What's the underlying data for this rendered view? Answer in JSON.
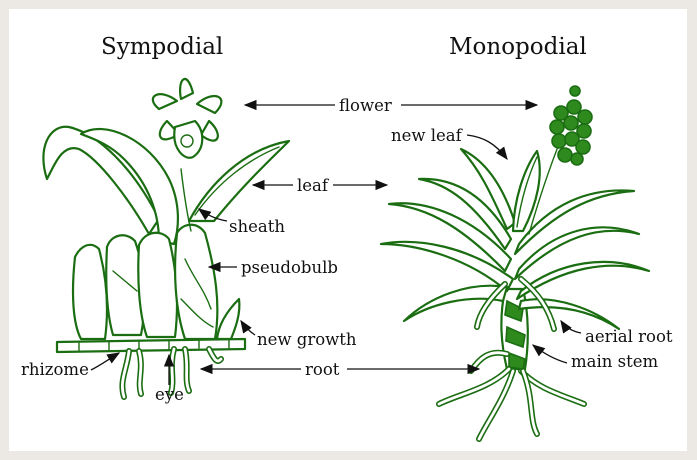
{
  "titles": {
    "left": "Sympodial",
    "right": "Monopodial"
  },
  "labels": {
    "flower": "flower",
    "new_leaf": "new leaf",
    "leaf": "leaf",
    "sheath": "sheath",
    "pseudobulb": "pseudobulb",
    "new_growth": "new growth",
    "aerial_root": "aerial root",
    "rhizome": "rhizome",
    "root": "root",
    "main_stem": "main stem",
    "eye": "eye"
  },
  "colors": {
    "plant_outline": "#1b6d12",
    "plant_fill": "#2f8a1e",
    "background": "#ece8e4",
    "text": "#111111"
  }
}
